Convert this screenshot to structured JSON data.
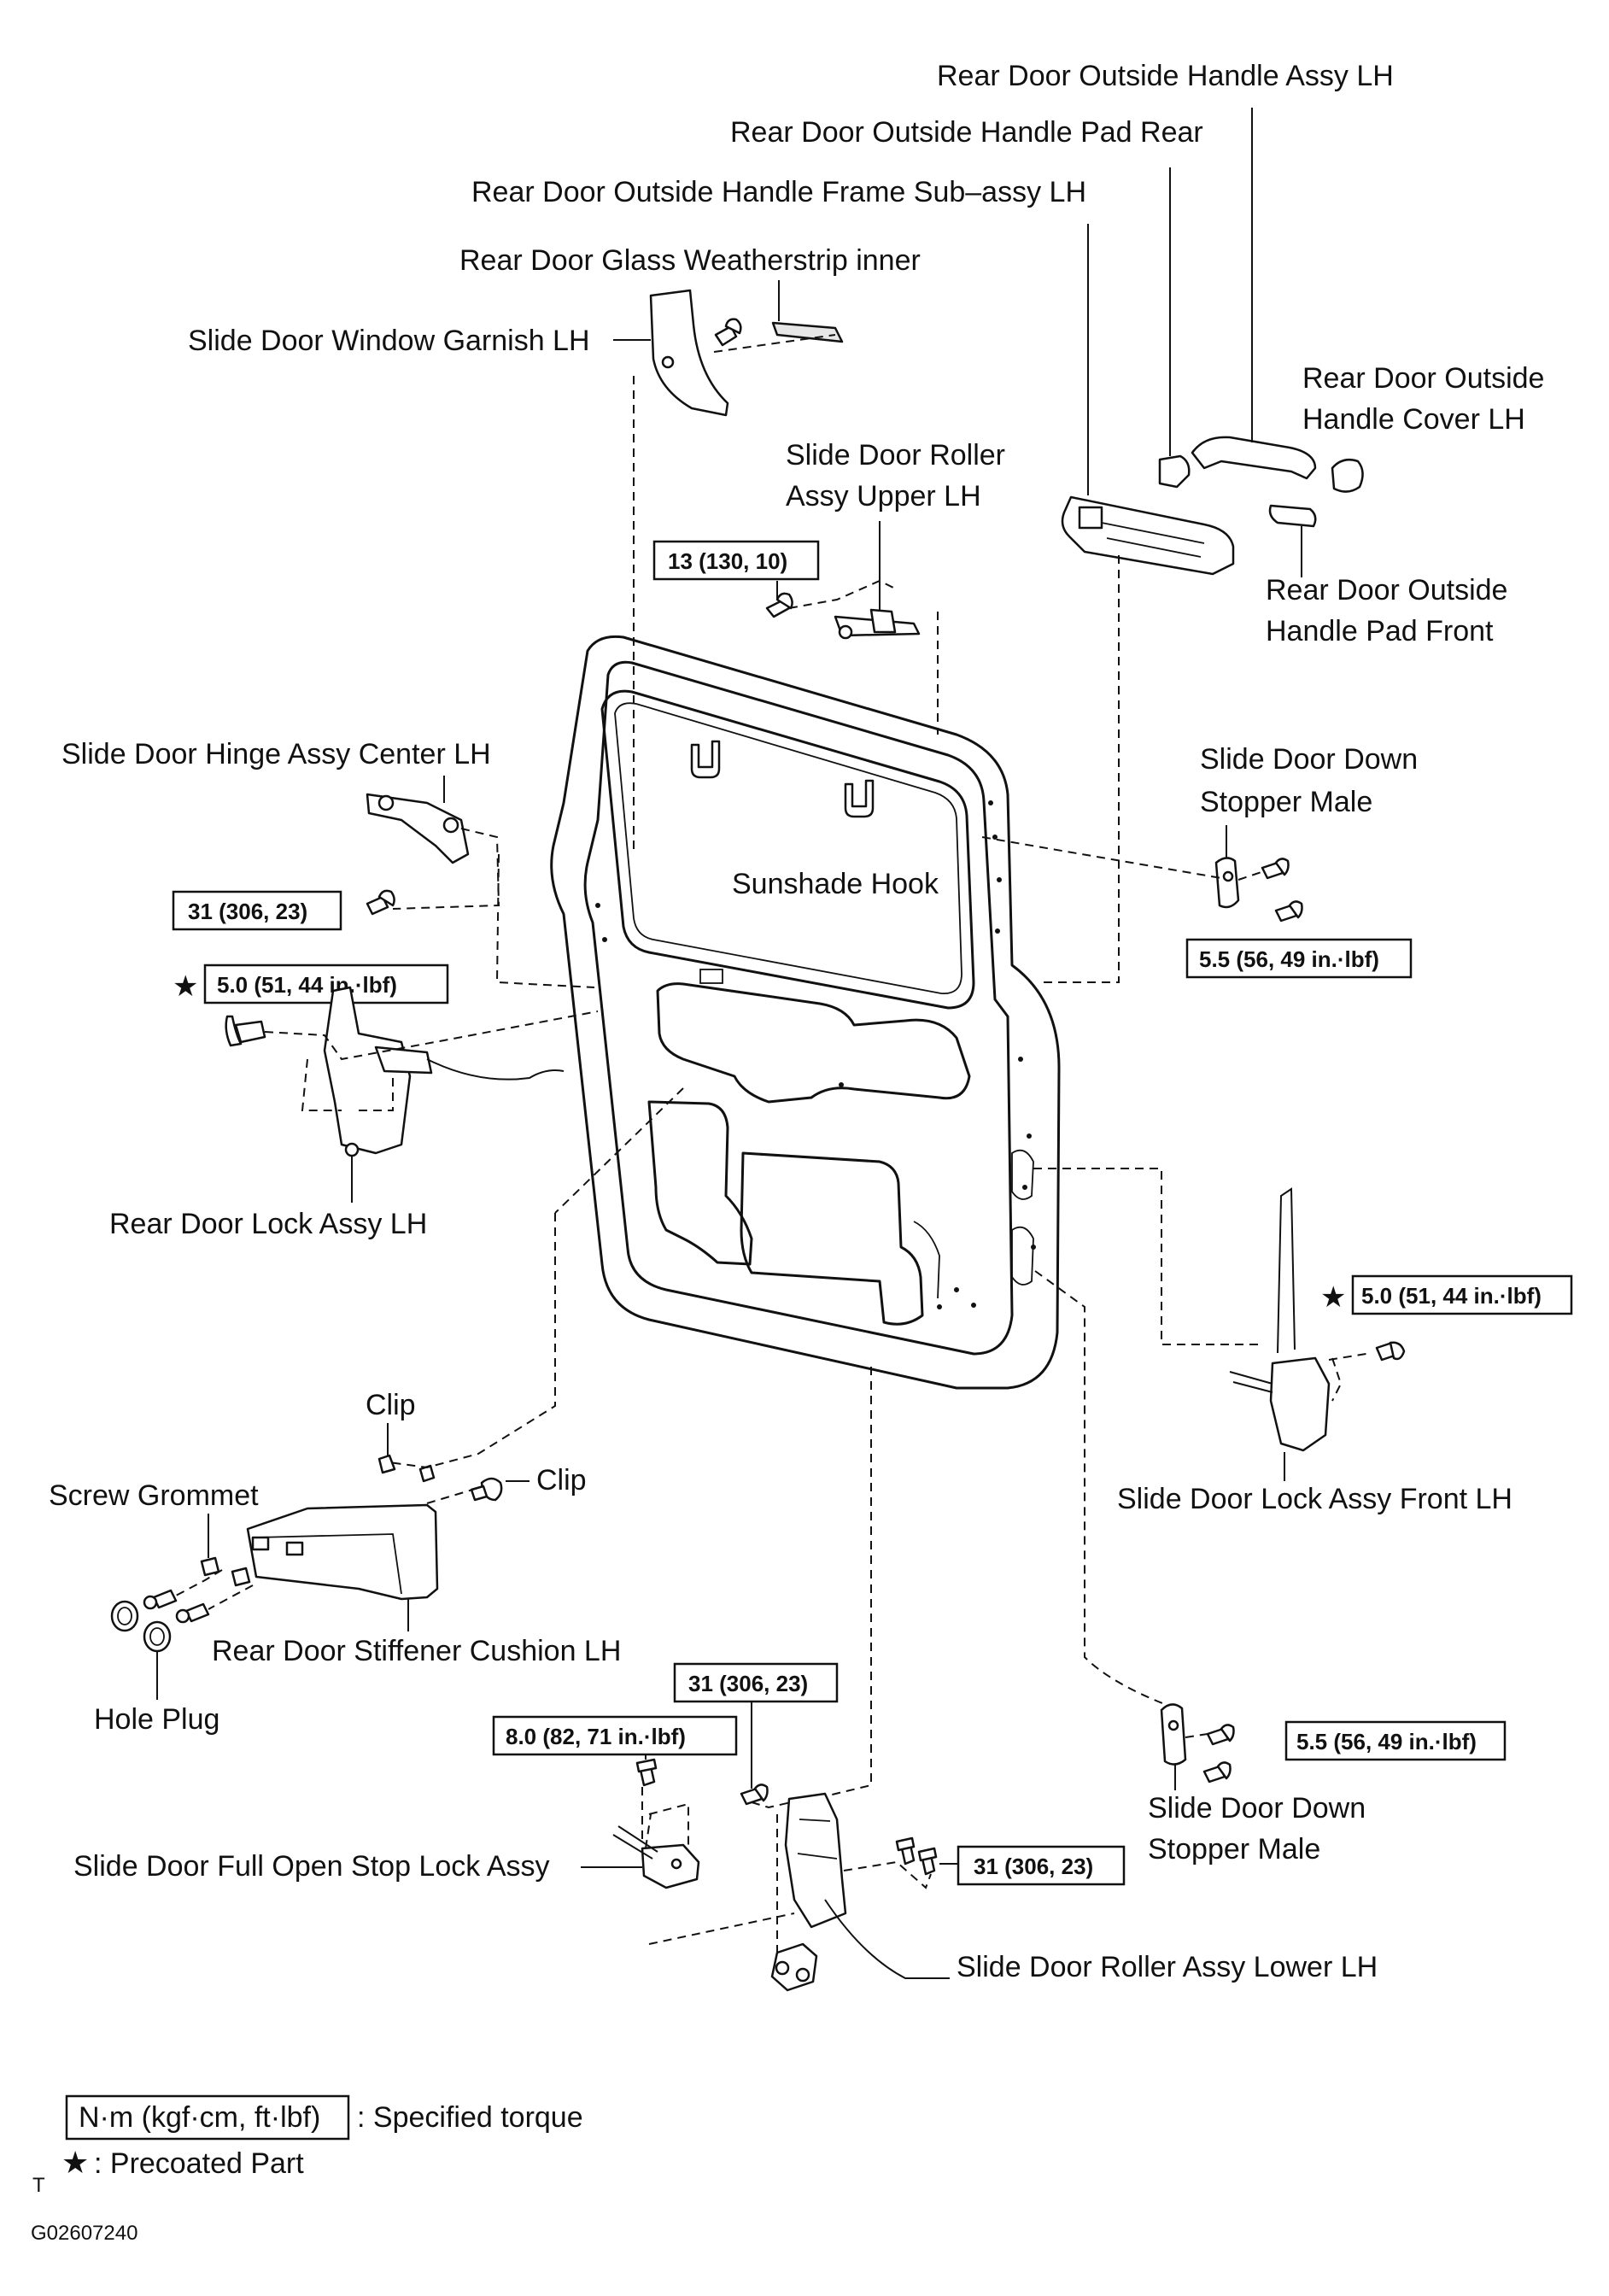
{
  "labels": {
    "outside_handle_assy": "Rear Door Outside Handle Assy LH",
    "handle_pad_rear": "Rear Door Outside Handle Pad Rear",
    "handle_frame": "Rear Door Outside Handle Frame Sub–assy LH",
    "glass_weatherstrip": "Rear Door Glass Weatherstrip inner",
    "window_garnish": "Slide Door Window Garnish LH",
    "handle_cover_1": "Rear Door Outside",
    "handle_cover_2": "Handle Cover LH",
    "roller_upper_1": "Slide Door Roller",
    "roller_upper_2": "Assy Upper LH",
    "handle_pad_front_1": "Rear Door Outside",
    "handle_pad_front_2": "Handle Pad Front",
    "hinge_center": "Slide Door Hinge Assy Center LH",
    "down_stopper_top_1": "Slide Door Down",
    "down_stopper_top_2": "Stopper Male",
    "sunshade_hook": "Sunshade Hook",
    "rear_lock": "Rear Door Lock Assy LH",
    "clip_top": "Clip",
    "clip_right": "Clip",
    "screw_grommet": "Screw Grommet",
    "lock_front": "Slide Door Lock Assy Front LH",
    "stiffener_cushion": "Rear Door Stiffener Cushion LH",
    "hole_plug": "Hole Plug",
    "down_stopper_bottom_1": "Slide Door Down",
    "down_stopper_bottom_2": "Stopper Male",
    "full_open_stop": "Slide Door Full Open Stop Lock Assy",
    "roller_lower": "Slide Door Roller Assy Lower LH"
  },
  "torques": {
    "roller_upper": "13 (130, 10)",
    "hinge_center": "31 (306, 23)",
    "rear_lock": "5.0 (51, 44 in.·lbf)",
    "down_stopper_top": "5.5 (56, 49 in.·lbf)",
    "lock_front": "5.0 (51, 44 in.·lbf)",
    "roller_lower_upper_bolt": "31 (306, 23)",
    "full_open_stop": "8.0 (82, 71 in.·lbf)",
    "down_stopper_bottom": "5.5 (56, 49 in.·lbf)",
    "roller_lower_side_bolt": "31 (306, 23)"
  },
  "legend": {
    "torque_unit": "N·m (kgf·cm, ft·lbf)",
    "torque_desc": ": Specified torque",
    "precoated_desc": ": Precoated Part",
    "star": "★",
    "marker": "T"
  },
  "figure_code": "G02607240"
}
